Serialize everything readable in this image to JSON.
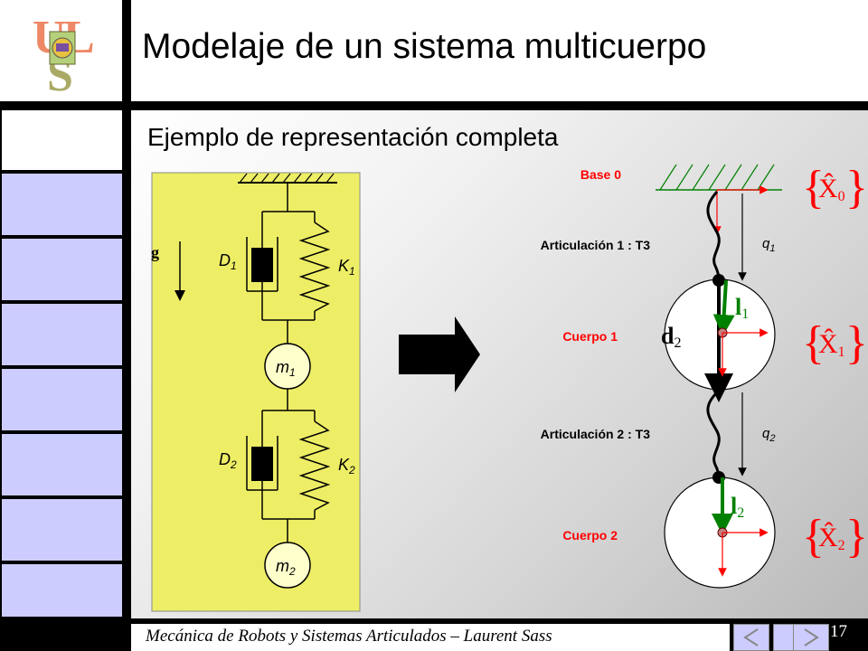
{
  "slide": {
    "title": "Modelaje de un sistema multicuerpo",
    "subtitle": "Ejemplo de representación completa",
    "footer": "Mecánica de Robots y Sistemas Articulados – Laurent Sass",
    "page_number": "17"
  },
  "logo": {
    "text": "ULS"
  },
  "left_diagram": {
    "gravity": "g",
    "d1": "D",
    "d1_sub": "1",
    "k1": "K",
    "k1_sub": "1",
    "m1": "m",
    "m1_sub": "1",
    "d2": "D",
    "d2_sub": "2",
    "k2": "K",
    "k2_sub": "2",
    "m2": "m",
    "m2_sub": "2"
  },
  "right_diagram": {
    "base_label": "Base 0",
    "joint1_label": "Articulación 1 : T3",
    "body1_label": "Cuerpo 1",
    "joint2_label": "Articulación 2 : T3",
    "body2_label": "Cuerpo 2",
    "q1": "q",
    "q1_sub": "1",
    "q2": "q",
    "q2_sub": "2",
    "frame0": "X̂",
    "frame0_sub": "0",
    "frame1": "X̂",
    "frame1_sub": "1",
    "frame2": "X̂",
    "frame2_sub": "2",
    "l1": "l",
    "l1_sub": "1",
    "d2": "d",
    "d2_sub": "2",
    "l2": "l",
    "l2_sub": "2"
  },
  "colors": {
    "nav_button": "#ccccff",
    "diagram_bg": "#eeee66",
    "label_red": "#ff0000",
    "vector_green": "#008000"
  }
}
